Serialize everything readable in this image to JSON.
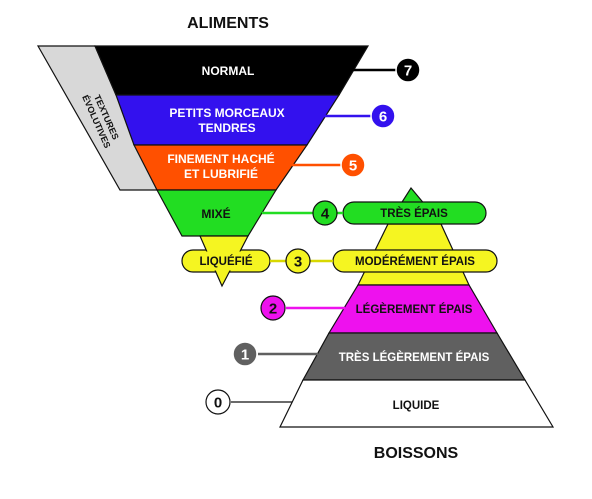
{
  "titles": {
    "top": "ALIMENTS",
    "bottom": "BOISSONS"
  },
  "side_label": {
    "line1": "TEXTURES",
    "line2": "ÉVOLUTIVES"
  },
  "food_levels": [
    {
      "number": "7",
      "label": "NORMAL",
      "color": "#000000"
    },
    {
      "number": "6",
      "label_line1": "PETITS MORCEAUX",
      "label_line2": "TENDRES",
      "color": "#3311ee"
    },
    {
      "number": "5",
      "label_line1": "FINEMENT HACHÉ",
      "label_line2": "ET LUBRIFIÉ",
      "color": "#ff5000"
    },
    {
      "number": "4",
      "label": "MIXÉ",
      "color": "#22dd22"
    },
    {
      "number": "3",
      "label": "LIQUÉFIÉ",
      "color": "#f5f521"
    }
  ],
  "drink_levels": [
    {
      "number": "4",
      "label": "TRÈS ÉPAIS",
      "color": "#22dd22"
    },
    {
      "number": "3",
      "label": "MODÉRÉMENT ÉPAIS",
      "color": "#f5f521"
    },
    {
      "number": "2",
      "label": "LÉGÈREMENT ÉPAIS",
      "color": "#ee11ee"
    },
    {
      "number": "1",
      "label": "TRÈS LÉGÈREMENT ÉPAIS",
      "color": "#606060"
    },
    {
      "number": "0",
      "label": "LIQUIDE",
      "color": "#ffffff"
    }
  ]
}
